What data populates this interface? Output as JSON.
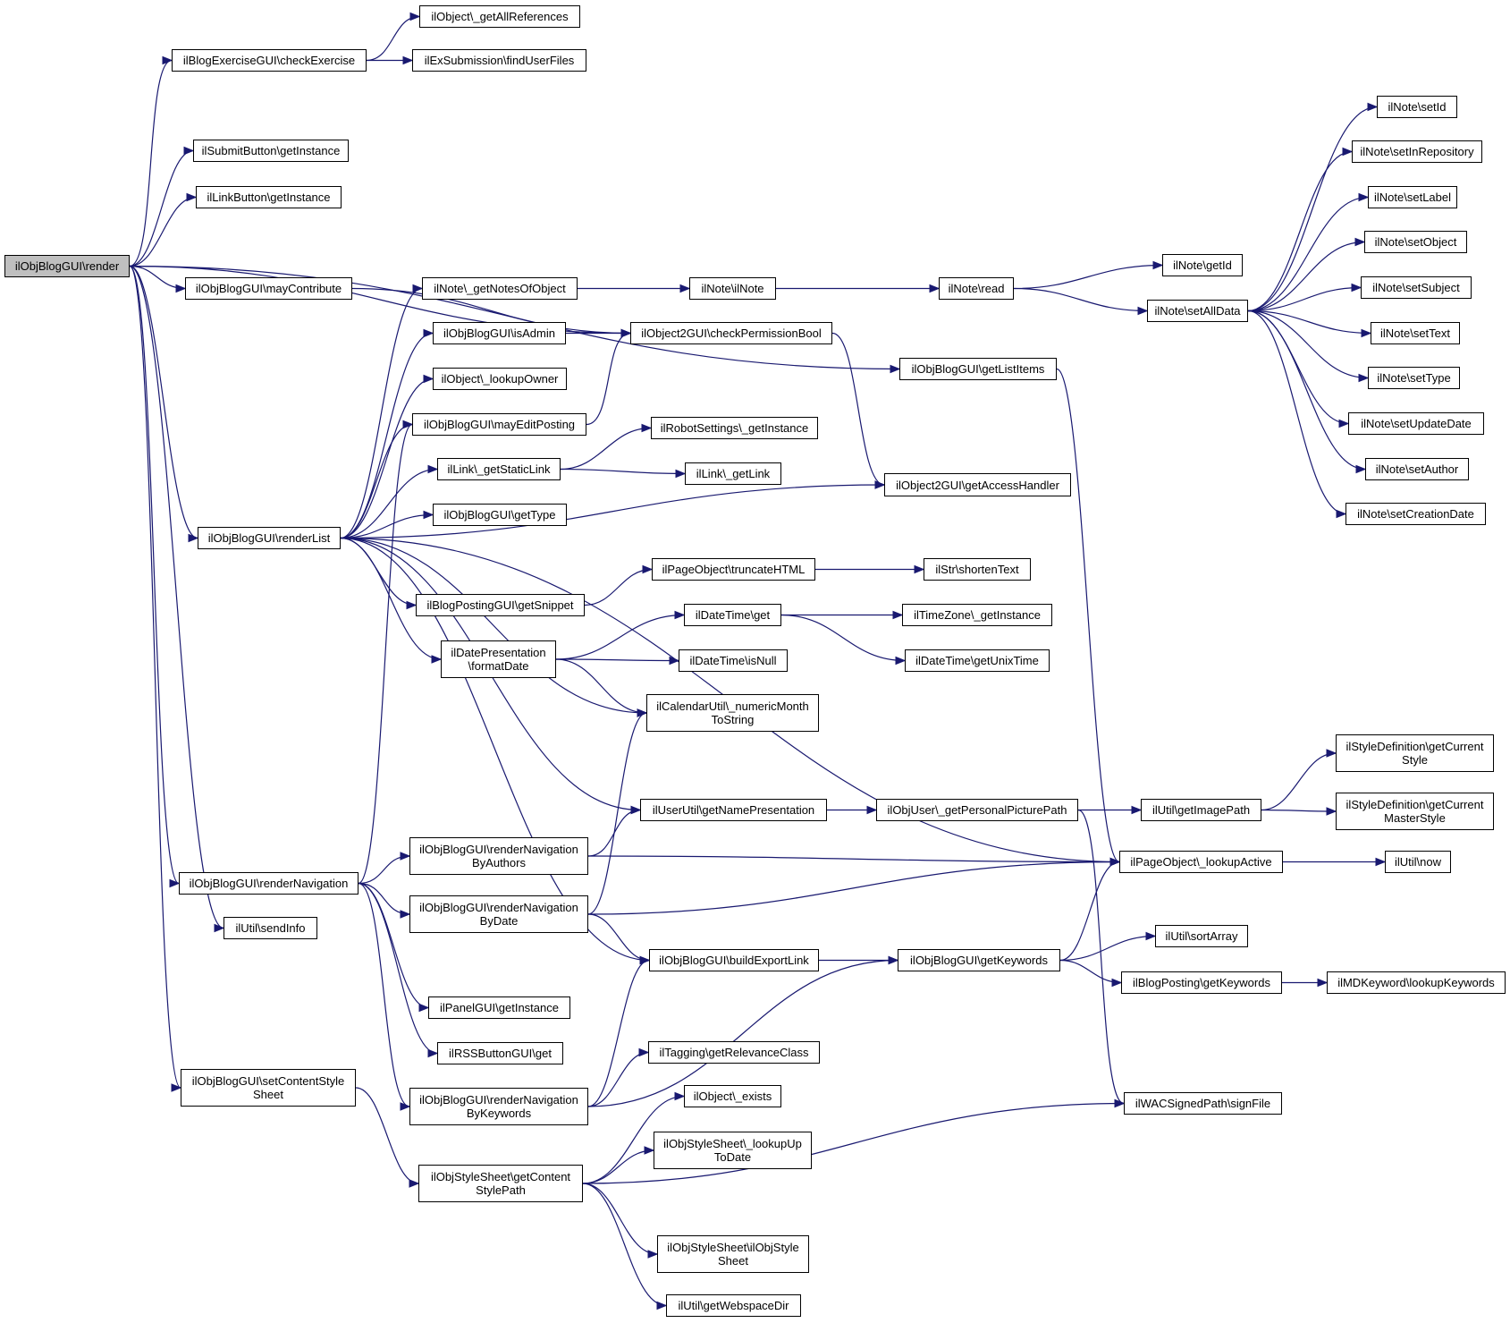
{
  "graph": {
    "root_id": "render",
    "colors": {
      "edge": "#191970",
      "root_fill": "#bfbfbf",
      "node_fill": "#ffffff",
      "node_border": "#000000"
    },
    "nodes": [
      {
        "id": "render",
        "label": "ilObjBlogGUI\\render"
      },
      {
        "id": "getAllReferences",
        "label": "ilObject\\_getAllReferences"
      },
      {
        "id": "checkExercise",
        "label": "ilBlogExerciseGUI\\checkExercise"
      },
      {
        "id": "findUserFiles",
        "label": "ilExSubmission\\findUserFiles"
      },
      {
        "id": "submitGetInstance",
        "label": "ilSubmitButton\\getInstance"
      },
      {
        "id": "linkGetInstance",
        "label": "ilLinkButton\\getInstance"
      },
      {
        "id": "mayContribute",
        "label": "ilObjBlogGUI\\mayContribute"
      },
      {
        "id": "getNotesOfObject",
        "label": "ilNote\\_getNotesOfObject"
      },
      {
        "id": "ilNoteCtor",
        "label": "ilNote\\ilNote"
      },
      {
        "id": "noteRead",
        "label": "ilNote\\read"
      },
      {
        "id": "noteGetId",
        "label": "ilNote\\getId"
      },
      {
        "id": "setAllData",
        "label": "ilNote\\setAllData"
      },
      {
        "id": "setId",
        "label": "ilNote\\setId"
      },
      {
        "id": "setInRepository",
        "label": "ilNote\\setInRepository"
      },
      {
        "id": "setLabel",
        "label": "ilNote\\setLabel"
      },
      {
        "id": "setObject",
        "label": "ilNote\\setObject"
      },
      {
        "id": "setSubject",
        "label": "ilNote\\setSubject"
      },
      {
        "id": "setText",
        "label": "ilNote\\setText"
      },
      {
        "id": "setType",
        "label": "ilNote\\setType"
      },
      {
        "id": "setUpdateDate",
        "label": "ilNote\\setUpdateDate"
      },
      {
        "id": "setAuthor",
        "label": "ilNote\\setAuthor"
      },
      {
        "id": "setCreationDate",
        "label": "ilNote\\setCreationDate"
      },
      {
        "id": "isAdmin",
        "label": "ilObjBlogGUI\\isAdmin"
      },
      {
        "id": "checkPermissionBool",
        "label": "ilObject2GUI\\checkPermissionBool"
      },
      {
        "id": "getListItems",
        "label": "ilObjBlogGUI\\getListItems"
      },
      {
        "id": "lookupOwner",
        "label": "ilObject\\_lookupOwner"
      },
      {
        "id": "mayEditPosting",
        "label": "ilObjBlogGUI\\mayEditPosting"
      },
      {
        "id": "robotGetInstance",
        "label": "ilRobotSettings\\_getInstance"
      },
      {
        "id": "getStaticLink",
        "label": "ilLink\\_getStaticLink"
      },
      {
        "id": "getLink",
        "label": "ilLink\\_getLink"
      },
      {
        "id": "getAccessHandler",
        "label": "ilObject2GUI\\getAccessHandler"
      },
      {
        "id": "getType",
        "label": "ilObjBlogGUI\\getType"
      },
      {
        "id": "renderList",
        "label": "ilObjBlogGUI\\renderList"
      },
      {
        "id": "truncateHTML",
        "label": "ilPageObject\\truncateHTML"
      },
      {
        "id": "shortenText",
        "label": "ilStr\\shortenText"
      },
      {
        "id": "getSnippet",
        "label": "ilBlogPostingGUI\\getSnippet"
      },
      {
        "id": "dateGet",
        "label": "ilDateTime\\get"
      },
      {
        "id": "tzGetInstance",
        "label": "ilTimeZone\\_getInstance"
      },
      {
        "id": "formatDate",
        "label": "ilDatePresentation\n\\formatDate"
      },
      {
        "id": "isNull",
        "label": "ilDateTime\\isNull"
      },
      {
        "id": "getUnixTime",
        "label": "ilDateTime\\getUnixTime"
      },
      {
        "id": "numericMonth",
        "label": "ilCalendarUtil\\_numericMonth\nToString"
      },
      {
        "id": "getCurrentStyle",
        "label": "ilStyleDefinition\\getCurrent\nStyle"
      },
      {
        "id": "getNamePresentation",
        "label": "ilUserUtil\\getNamePresentation"
      },
      {
        "id": "getPersonalPicturePath",
        "label": "ilObjUser\\_getPersonalPicturePath"
      },
      {
        "id": "getImagePath",
        "label": "ilUtil\\getImagePath"
      },
      {
        "id": "getCurrentMasterStyle",
        "label": "ilStyleDefinition\\getCurrent\nMasterStyle"
      },
      {
        "id": "renderNavByAuthors",
        "label": "ilObjBlogGUI\\renderNavigation\nByAuthors"
      },
      {
        "id": "lookupActive",
        "label": "ilPageObject\\_lookupActive"
      },
      {
        "id": "utilNow",
        "label": "ilUtil\\now"
      },
      {
        "id": "renderNavigation",
        "label": "ilObjBlogGUI\\renderNavigation"
      },
      {
        "id": "renderNavByDate",
        "label": "ilObjBlogGUI\\renderNavigation\nByDate"
      },
      {
        "id": "sendInfo",
        "label": "ilUtil\\sendInfo"
      },
      {
        "id": "sortArray",
        "label": "ilUtil\\sortArray"
      },
      {
        "id": "buildExportLink",
        "label": "ilObjBlogGUI\\buildExportLink"
      },
      {
        "id": "getKeywords",
        "label": "ilObjBlogGUI\\getKeywords"
      },
      {
        "id": "postingGetKeywords",
        "label": "ilBlogPosting\\getKeywords"
      },
      {
        "id": "lookupKeywords",
        "label": "ilMDKeyword\\lookupKeywords"
      },
      {
        "id": "panelGetInstance",
        "label": "ilPanelGUI\\getInstance"
      },
      {
        "id": "rssGet",
        "label": "ilRSSButtonGUI\\get"
      },
      {
        "id": "getRelevanceClass",
        "label": "ilTagging\\getRelevanceClass"
      },
      {
        "id": "setContentStyleSheet",
        "label": "ilObjBlogGUI\\setContentStyle\nSheet"
      },
      {
        "id": "renderNavByKeywords",
        "label": "ilObjBlogGUI\\renderNavigation\nByKeywords"
      },
      {
        "id": "objectExists",
        "label": "ilObject\\_exists"
      },
      {
        "id": "signFile",
        "label": "ilWACSignedPath\\signFile"
      },
      {
        "id": "lookupUpToDate",
        "label": "ilObjStyleSheet\\_lookupUp\nToDate"
      },
      {
        "id": "getContentStylePath",
        "label": "ilObjStyleSheet\\getContent\nStylePath"
      },
      {
        "id": "styleSheetCtor",
        "label": "ilObjStyleSheet\\ilObjStyle\nSheet"
      },
      {
        "id": "getWebspaceDir",
        "label": "ilUtil\\getWebspaceDir"
      }
    ],
    "edges": [
      [
        "render",
        "checkExercise"
      ],
      [
        "render",
        "submitGetInstance"
      ],
      [
        "render",
        "linkGetInstance"
      ],
      [
        "render",
        "mayContribute"
      ],
      [
        "render",
        "checkPermissionBool"
      ],
      [
        "render",
        "getListItems"
      ],
      [
        "render",
        "renderList"
      ],
      [
        "render",
        "renderNavigation"
      ],
      [
        "render",
        "sendInfo"
      ],
      [
        "render",
        "setContentStyleSheet"
      ],
      [
        "checkExercise",
        "getAllReferences"
      ],
      [
        "checkExercise",
        "findUserFiles"
      ],
      [
        "mayContribute",
        "checkPermissionBool"
      ],
      [
        "getNotesOfObject",
        "ilNoteCtor"
      ],
      [
        "ilNoteCtor",
        "noteRead"
      ],
      [
        "noteRead",
        "noteGetId"
      ],
      [
        "noteRead",
        "setAllData"
      ],
      [
        "setAllData",
        "setId"
      ],
      [
        "setAllData",
        "setInRepository"
      ],
      [
        "setAllData",
        "setLabel"
      ],
      [
        "setAllData",
        "setObject"
      ],
      [
        "setAllData",
        "setSubject"
      ],
      [
        "setAllData",
        "setText"
      ],
      [
        "setAllData",
        "setType"
      ],
      [
        "setAllData",
        "setUpdateDate"
      ],
      [
        "setAllData",
        "setAuthor"
      ],
      [
        "setAllData",
        "setCreationDate"
      ],
      [
        "isAdmin",
        "checkPermissionBool"
      ],
      [
        "checkPermissionBool",
        "getAccessHandler"
      ],
      [
        "mayEditPosting",
        "checkPermissionBool"
      ],
      [
        "getStaticLink",
        "robotGetInstance"
      ],
      [
        "getStaticLink",
        "getLink"
      ],
      [
        "getListItems",
        "lookupActive"
      ],
      [
        "renderList",
        "getNotesOfObject"
      ],
      [
        "renderList",
        "isAdmin"
      ],
      [
        "renderList",
        "lookupOwner"
      ],
      [
        "renderList",
        "mayEditPosting"
      ],
      [
        "renderList",
        "getStaticLink"
      ],
      [
        "renderList",
        "getType"
      ],
      [
        "renderList",
        "getAccessHandler"
      ],
      [
        "renderList",
        "getSnippet"
      ],
      [
        "renderList",
        "formatDate"
      ],
      [
        "renderList",
        "numericMonth"
      ],
      [
        "renderList",
        "getNamePresentation"
      ],
      [
        "renderList",
        "lookupActive"
      ],
      [
        "renderList",
        "buildExportLink"
      ],
      [
        "getSnippet",
        "truncateHTML"
      ],
      [
        "truncateHTML",
        "shortenText"
      ],
      [
        "formatDate",
        "dateGet"
      ],
      [
        "formatDate",
        "isNull"
      ],
      [
        "formatDate",
        "numericMonth"
      ],
      [
        "dateGet",
        "tzGetInstance"
      ],
      [
        "dateGet",
        "getUnixTime"
      ],
      [
        "getNamePresentation",
        "getPersonalPicturePath"
      ],
      [
        "getPersonalPicturePath",
        "getImagePath"
      ],
      [
        "getPersonalPicturePath",
        "signFile"
      ],
      [
        "getImagePath",
        "getCurrentStyle"
      ],
      [
        "getImagePath",
        "getCurrentMasterStyle"
      ],
      [
        "lookupActive",
        "utilNow"
      ],
      [
        "renderNavigation",
        "mayEditPosting"
      ],
      [
        "renderNavigation",
        "renderNavByAuthors"
      ],
      [
        "renderNavigation",
        "renderNavByDate"
      ],
      [
        "renderNavigation",
        "panelGetInstance"
      ],
      [
        "renderNavigation",
        "rssGet"
      ],
      [
        "renderNavigation",
        "renderNavByKeywords"
      ],
      [
        "renderNavByAuthors",
        "getNamePresentation"
      ],
      [
        "renderNavByAuthors",
        "lookupActive"
      ],
      [
        "renderNavByDate",
        "numericMonth"
      ],
      [
        "renderNavByDate",
        "lookupActive"
      ],
      [
        "renderNavByDate",
        "buildExportLink"
      ],
      [
        "buildExportLink",
        "getKeywords"
      ],
      [
        "getKeywords",
        "lookupActive"
      ],
      [
        "getKeywords",
        "sortArray"
      ],
      [
        "getKeywords",
        "postingGetKeywords"
      ],
      [
        "postingGetKeywords",
        "lookupKeywords"
      ],
      [
        "renderNavByKeywords",
        "buildExportLink"
      ],
      [
        "renderNavByKeywords",
        "getKeywords"
      ],
      [
        "renderNavByKeywords",
        "getRelevanceClass"
      ],
      [
        "setContentStyleSheet",
        "getContentStylePath"
      ],
      [
        "getContentStylePath",
        "objectExists"
      ],
      [
        "getContentStylePath",
        "lookupUpToDate"
      ],
      [
        "getContentStylePath",
        "signFile"
      ],
      [
        "getContentStylePath",
        "styleSheetCtor"
      ],
      [
        "getContentStylePath",
        "getWebspaceDir"
      ]
    ]
  }
}
